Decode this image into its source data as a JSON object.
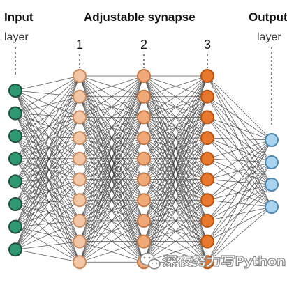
{
  "labels": {
    "input_title": "Input",
    "input_sub": "layer",
    "hidden_title": "Adjustable synapse",
    "output_title": "Output",
    "output_sub": "layer",
    "hidden_numbers": [
      "1",
      "2",
      "3"
    ]
  },
  "watermark": {
    "text": "深夜努力写Python",
    "icon": "wechat-icon"
  },
  "layers": [
    {
      "id": "input",
      "nodes": 8,
      "fill": "#2f9a72",
      "stroke": "#1f4e3d"
    },
    {
      "id": "hidden-1",
      "nodes": 10,
      "fill": "#f3c7a6",
      "stroke": "#c98c63"
    },
    {
      "id": "hidden-2",
      "nodes": 10,
      "fill": "#f0a979",
      "stroke": "#c17743"
    },
    {
      "id": "hidden-3",
      "nodes": 10,
      "fill": "#e8782e",
      "stroke": "#b45314"
    },
    {
      "id": "output",
      "nodes": 4,
      "fill": "#a9d4ee",
      "stroke": "#4d87ad"
    }
  ],
  "colors": {
    "edge": "#3a3a3a",
    "dash": "#555555"
  }
}
